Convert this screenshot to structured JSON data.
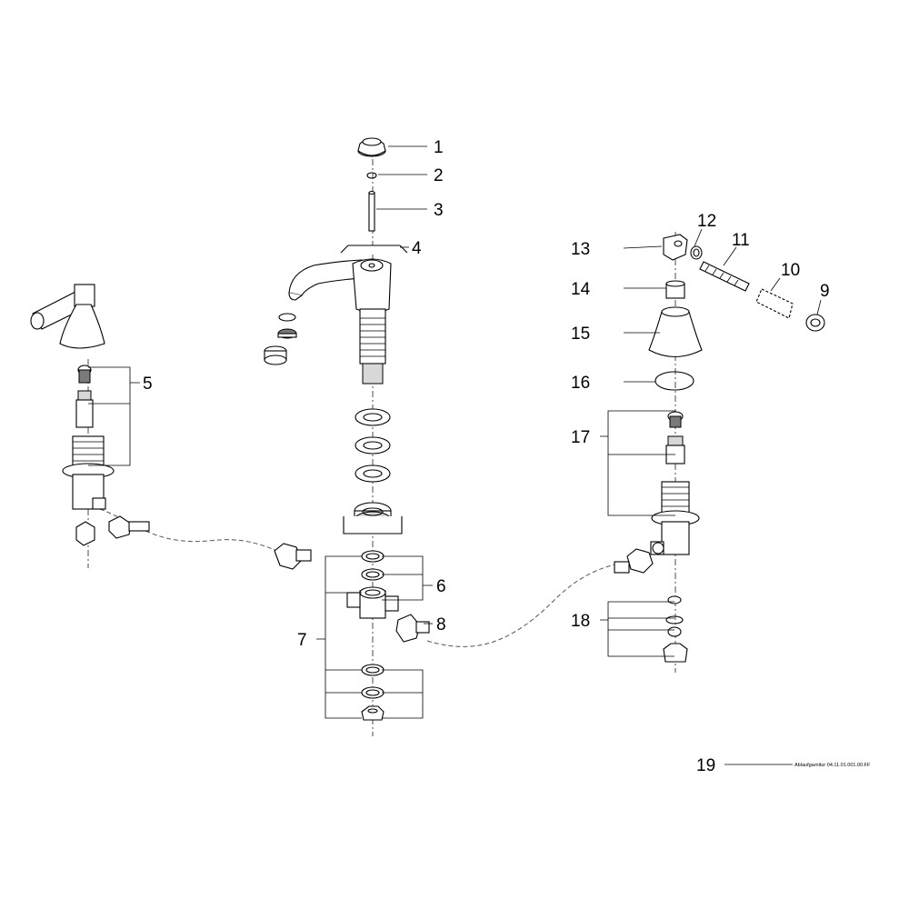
{
  "callouts": {
    "c1": "1",
    "c2": "2",
    "c3": "3",
    "c4": "4",
    "c5": "5",
    "c6": "6",
    "c7": "7",
    "c8": "8",
    "c9": "9",
    "c10": "10",
    "c11": "11",
    "c12": "12",
    "c13": "13",
    "c14": "14",
    "c15": "15",
    "c16": "16",
    "c17": "17",
    "c18": "18",
    "c19": "19"
  },
  "note": "Ablaufgarnitur 04.11.01.001.00.FF"
}
